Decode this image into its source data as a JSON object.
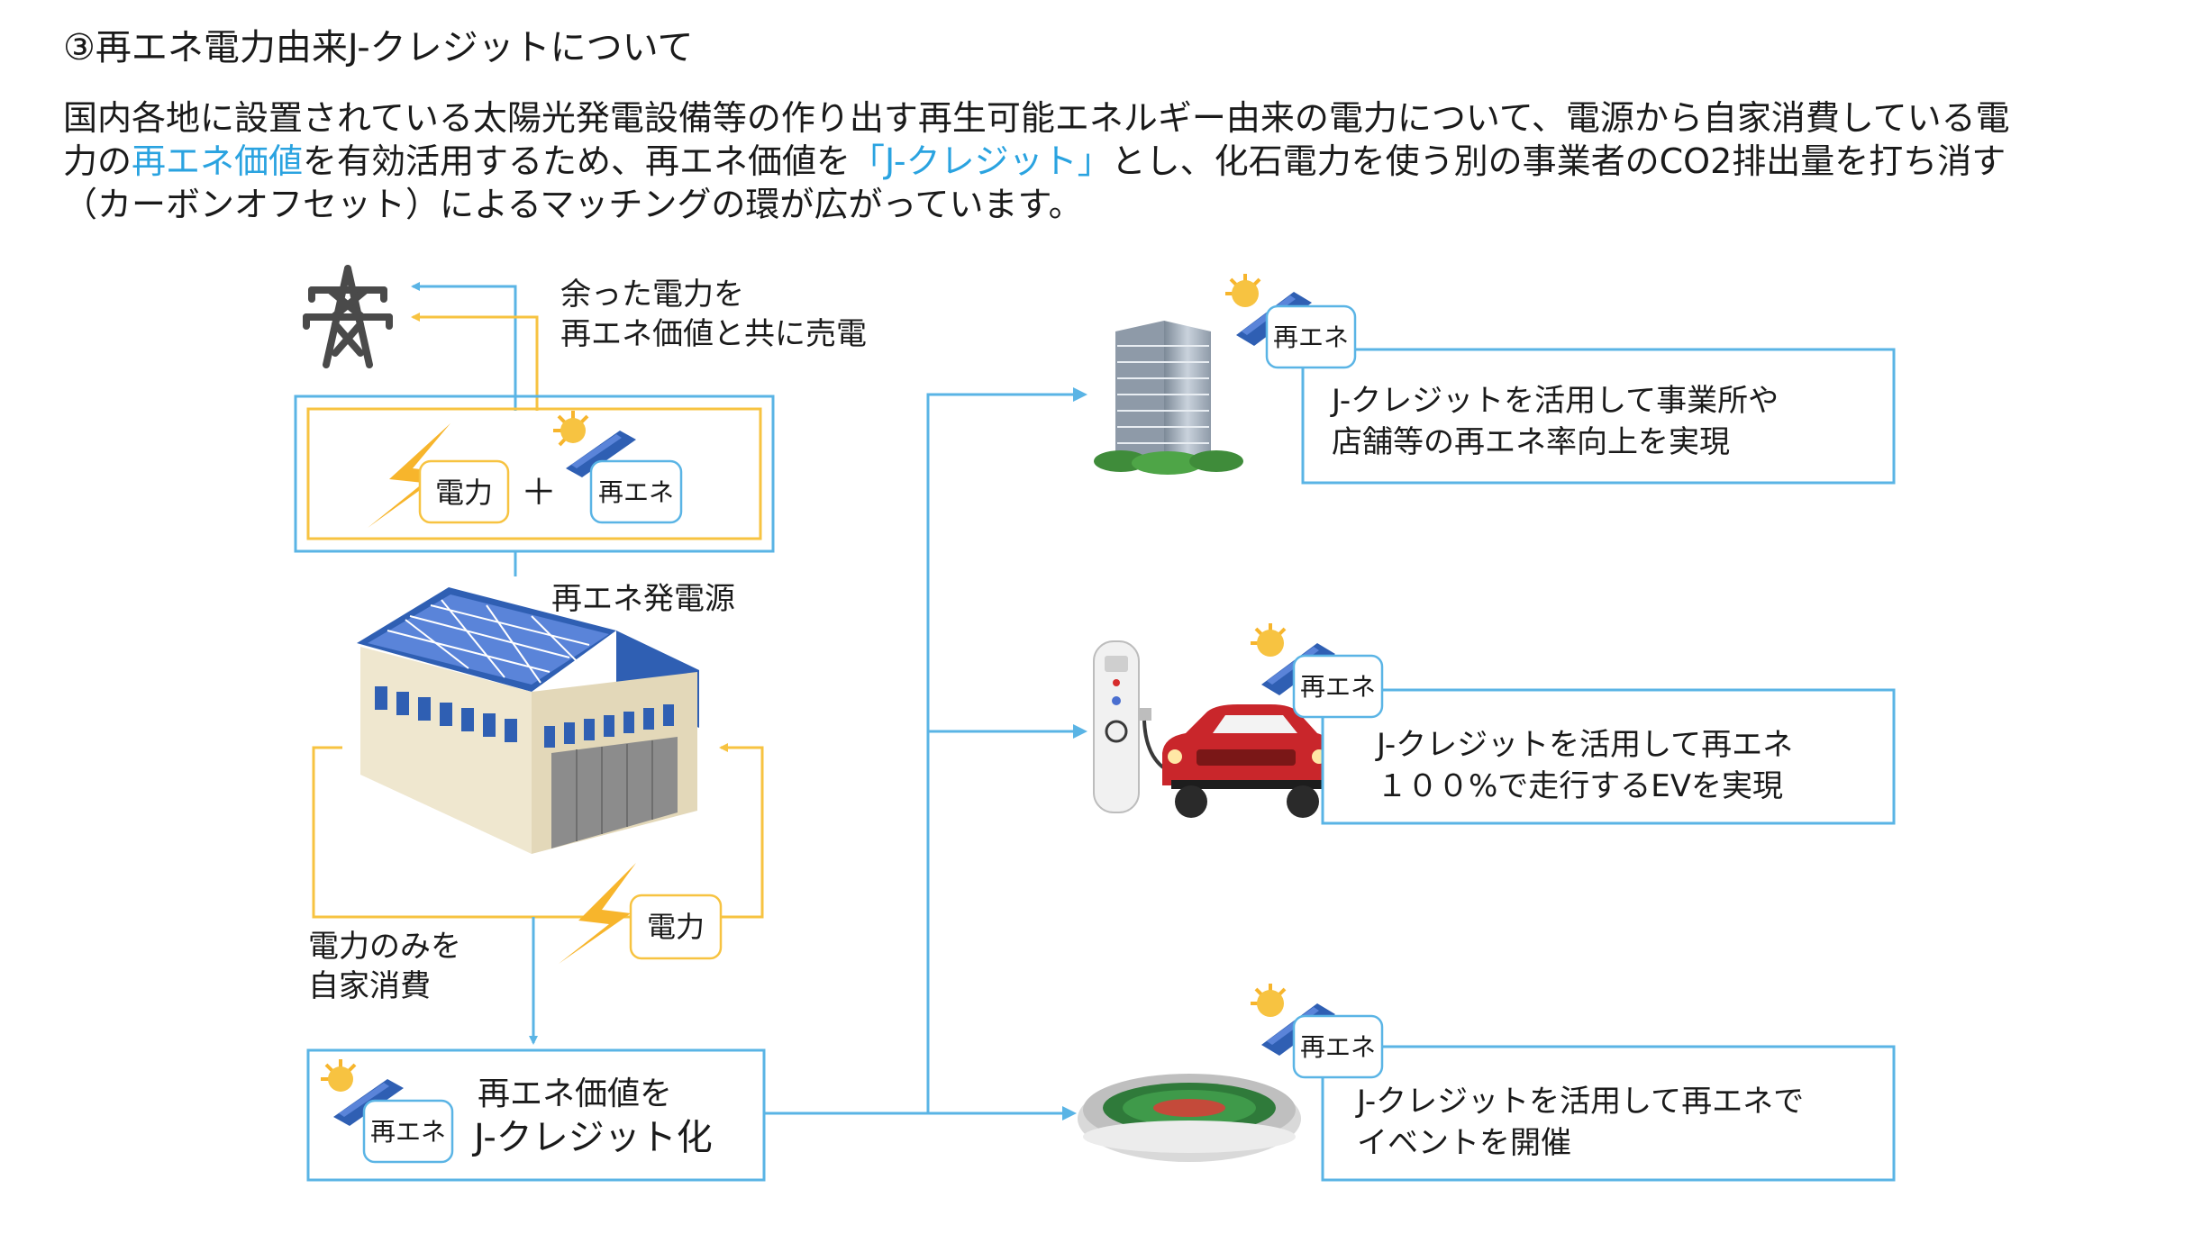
{
  "heading": "③再エネ電力由来J-クレジットについて",
  "intro": {
    "line1": "国内各地に設置されている太陽光発電設備等の作り出す再生可能エネルギー由来の電力について、電源から自家消費している電",
    "line2_a": "力の",
    "line2_highlight1": "再エネ価値",
    "line2_b": "を有効活用するため、再エネ価値を",
    "line2_highlight2": "「J-クレジット」",
    "line2_c": "とし、化石電力を使う別の事業者のCO2排出量を打ち消す",
    "line3": "（カーボンオフセット）によるマッチングの環が広がっています。"
  },
  "colors": {
    "blue": "#5ab4e5",
    "yellow": "#f7c341",
    "highlight": "#2aa3e0",
    "lightning": "#f7b52c",
    "roof": "#2f5fb3",
    "solar": "#5a84d9",
    "wall": "#efe7cf",
    "car": "#c9262b"
  },
  "icons": {
    "tower": "power-tower-icon",
    "lightning": "lightning-icon",
    "sun": "sun-icon",
    "factory": "factory-icon",
    "building": "building-icon",
    "ev": "ev-charger-icon",
    "car": "car-icon",
    "stadium": "stadium-icon"
  },
  "left": {
    "surplus_line1": "余った電力を",
    "surplus_line2": "再エネ価値と共に売電",
    "denryoku": "電力",
    "plus": "＋",
    "saiene": "再エネ",
    "source_label": "再エネ発電源",
    "denryoku2": "電力",
    "self_line1": "電力のみを",
    "self_line2": "自家消費",
    "credit_line1": "再エネ価値を",
    "credit_line2": "J-クレジット化",
    "credit_badge": "再エネ"
  },
  "right": {
    "item1": {
      "badge": "再エネ",
      "line1": "J-クレジットを活用して事業所や",
      "line2": "店舗等の再エネ率向上を実現"
    },
    "item2": {
      "badge": "再エネ",
      "line1": "J-クレジットを活用して再エネ",
      "line2": "１００%で走行するEVを実現"
    },
    "item3": {
      "badge": "再エネ",
      "line1": "J-クレジットを活用して再エネで",
      "line2": "イベントを開催"
    }
  }
}
